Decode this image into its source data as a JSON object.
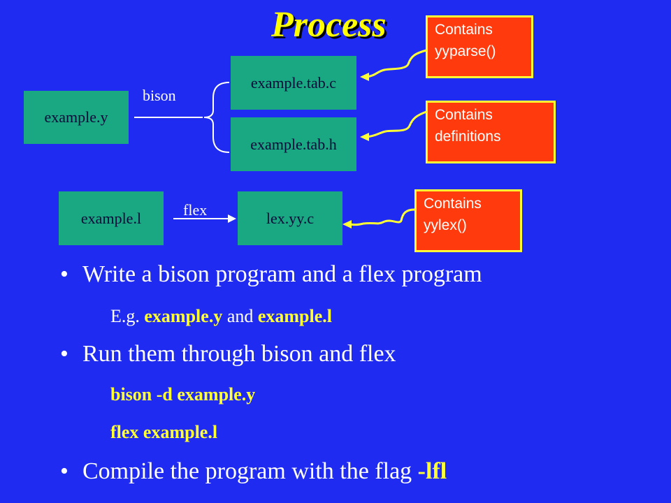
{
  "title": "Process",
  "diagram": {
    "boxes": {
      "example_y": "example.y",
      "example_tab_c": "example.tab.c",
      "example_tab_h": "example.tab.h",
      "example_l": "example.l",
      "lex_yy_c": "lex.yy.c"
    },
    "labels": {
      "bison": "bison",
      "flex": "flex"
    },
    "notes": {
      "yyparse": [
        "Contains",
        "yyparse()"
      ],
      "definitions": [
        "Contains",
        "definitions"
      ],
      "yylex": [
        "Contains",
        "yylex()"
      ]
    }
  },
  "bullets": {
    "b1": "Write a bison program and a flex program",
    "b1_sub": {
      "prefix": "E.g. ",
      "file1": "example.y",
      "mid": " and ",
      "file2": "example.l"
    },
    "b2": "Run them through bison and flex",
    "b2_cmd1": "bison -d example.y",
    "b2_cmd2": "flex example.l",
    "b3_text": "Compile the program with the flag ",
    "b3_flag": "-lfl"
  },
  "colors": {
    "background": "#1f2bf0",
    "box": "#1aa882",
    "note": "#ff3a0c",
    "note_border": "#ffff33",
    "highlight": "#ffff33"
  }
}
